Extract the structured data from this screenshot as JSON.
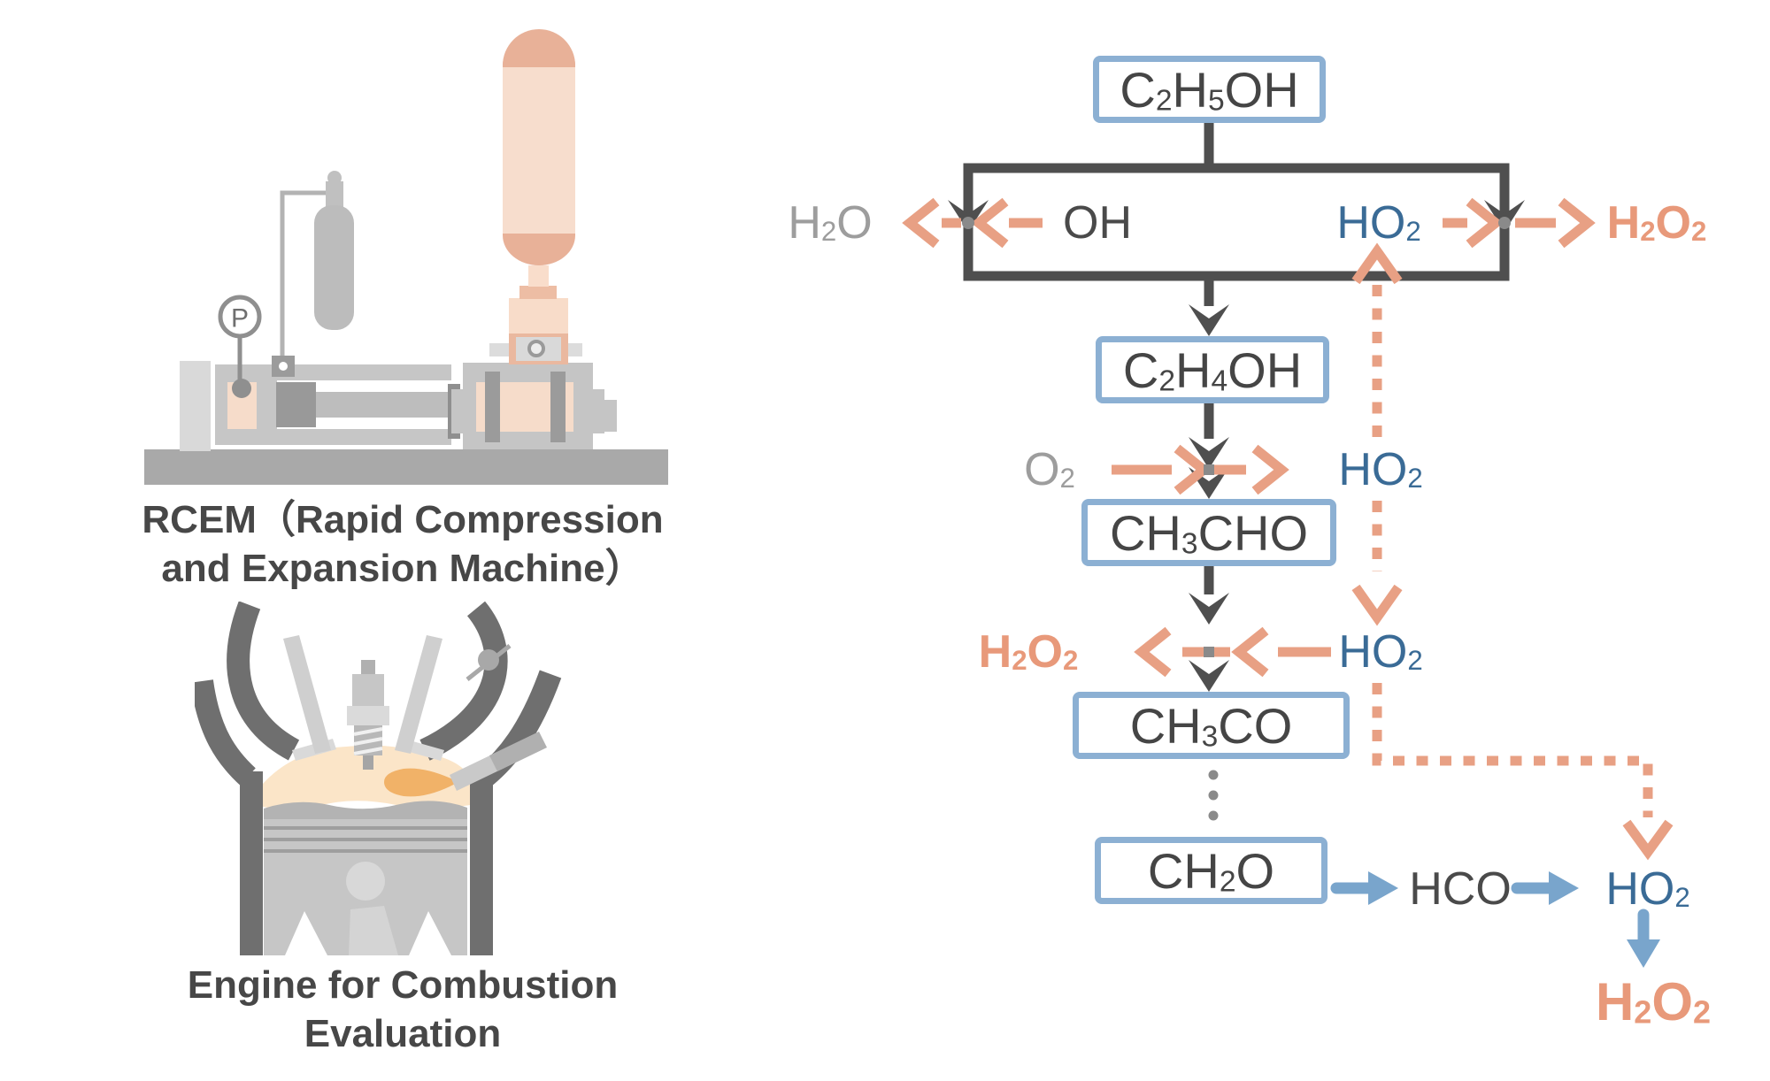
{
  "palette": {
    "dark_line": "#4f4f4f",
    "dark_text": "#4a4a4a",
    "box_border": "#8cb0d3",
    "blue_text": "#3a6b96",
    "blue_arrow": "#79a5cc",
    "orange": "#e8a084",
    "orange_text": "#e8997a",
    "gray_text": "#9d9d9d",
    "junction_gray": "#8a8a8a",
    "salmon_fill": "#e8b198",
    "salmon_light": "#f7ddcd",
    "cream": "#fbe5c8",
    "spray_orange": "#f1b268"
  },
  "left_panel": {
    "rcem_caption_line1": "RCEM（Rapid Compression",
    "rcem_caption_line2": "and Expansion Machine）",
    "engine_caption_line1": "Engine for Combustion",
    "engine_caption_line2": "Evaluation",
    "gauge_label": "P"
  },
  "flow": {
    "boxes": {
      "c2h5oh": "C{2}H{5}OH",
      "c2h4oh": "C{2}H{4}OH",
      "ch3cho": "CH{3}CHO",
      "ch3co": "CH{3}CO",
      "ch2o": "CH{2}O"
    },
    "labels": {
      "h2o": "H{2}O",
      "oh": "OH",
      "ho2_top": "HO{2}",
      "h2o2_top": "H{2}O{2}",
      "o2": "O{2}",
      "ho2_mid": "HO{2}",
      "h2o2_left": "H{2}O{2}",
      "ho2_third": "HO{2}",
      "hco": "HCO",
      "ho2_bottom": "HO{2}",
      "h2o2_bottom": "H{2}O{2}"
    }
  }
}
